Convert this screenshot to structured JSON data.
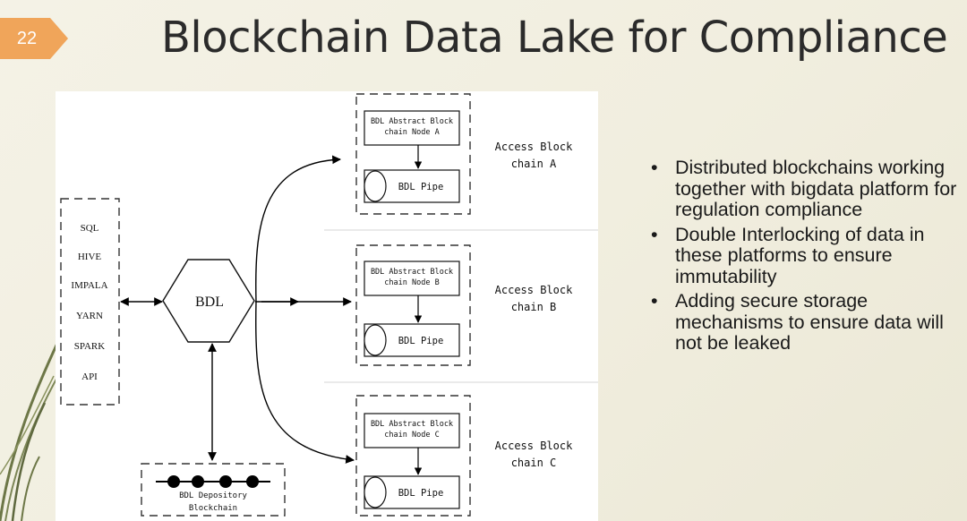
{
  "slide": {
    "number": "22",
    "title": "Blockchain Data Lake for Compliance",
    "accent_color": "#f0a55a"
  },
  "diagram": {
    "sources": [
      "SQL",
      "HIVE",
      "IMPALA",
      "YARN",
      "SPARK",
      "API"
    ],
    "center": "BDL",
    "depository": {
      "line1": "BDL Depository",
      "line2": "Blockchain"
    },
    "nodes": [
      {
        "box_line1": "BDL Abstract Block",
        "box_line2": "chain Node A",
        "pipe": "BDL Pipe",
        "access_line1": "Access Block",
        "access_line2": "chain A"
      },
      {
        "box_line1": "BDL Abstract Block",
        "box_line2": "chain Node B",
        "pipe": "BDL Pipe",
        "access_line1": "Access Block",
        "access_line2": "chain B"
      },
      {
        "box_line1": "BDL Abstract Block",
        "box_line2": "chain Node C",
        "pipe": "BDL Pipe",
        "access_line1": "Access Block",
        "access_line2": "chain C"
      }
    ]
  },
  "bullets": [
    "Distributed blockchains working together with bigdata platform for regulation compliance",
    "Double Interlocking of data in these platforms to ensure immutability",
    "Adding secure storage mechanisms to ensure data will not be leaked"
  ],
  "bullet_marker": "•"
}
